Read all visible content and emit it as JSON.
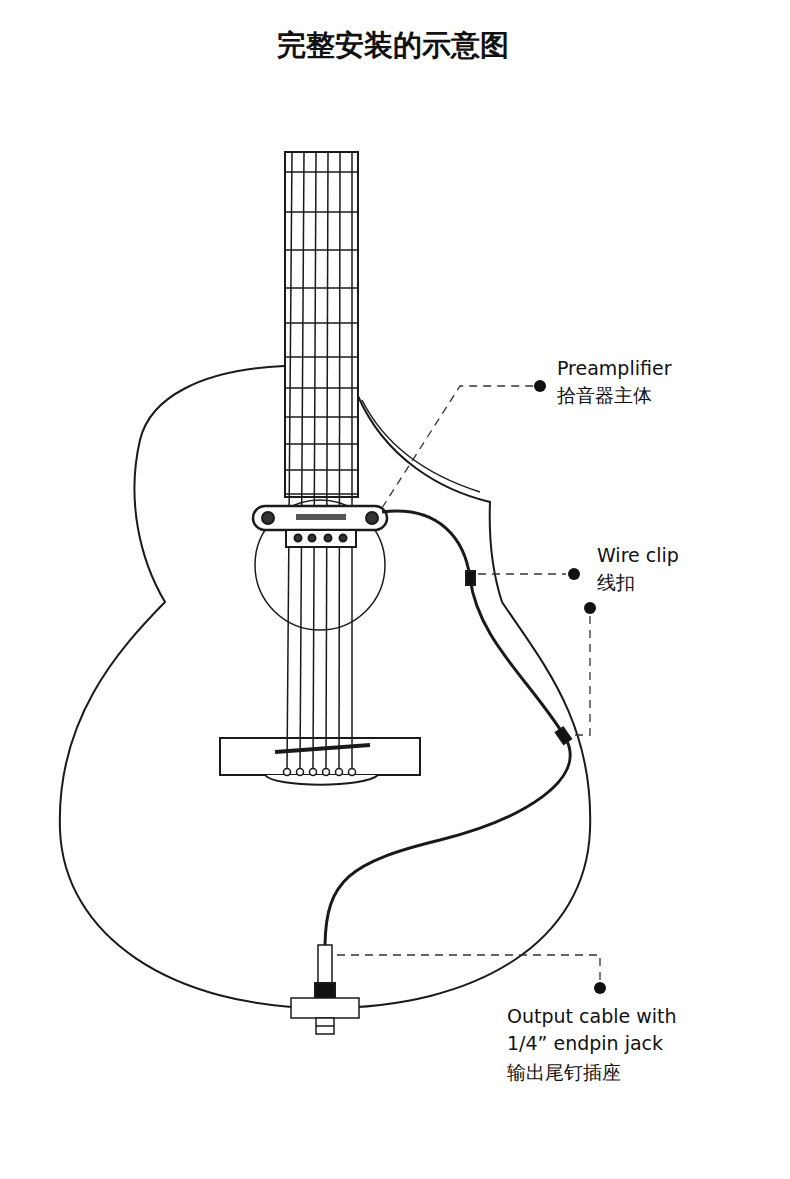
{
  "diagram": {
    "title": "完整安装的示意图",
    "labels": [
      "Preamplifier",
      "拾音器主体",
      "Wire clip",
      "线扣",
      "Output cable with 1/4”  endpin jack",
      "输出尾钉插座"
    ]
  }
}
